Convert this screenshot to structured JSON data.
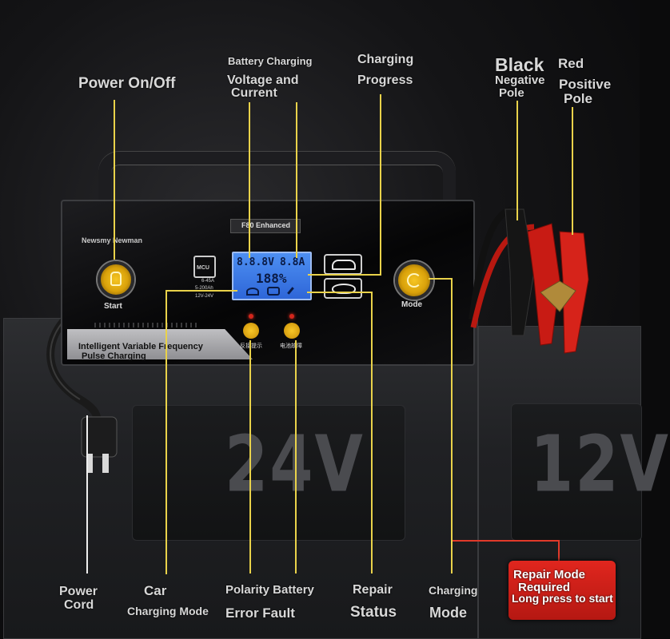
{
  "product": {
    "brand_label": "Newsmy Newman",
    "model_label": "F80 Enhanced",
    "slogan_line1": "Intelligent Variable Frequency",
    "slogan_line2": "Pulse Charging",
    "start_label": "Start",
    "mode_label": "Mode",
    "mcu_label": "MCU",
    "spec_line1": "6-45A",
    "spec_line2": "5-200Ah",
    "spec_line3": "12V-24V",
    "lcd_voltage": "8.8.8V",
    "lcd_current": "8.8A",
    "lcd_progress": "188%",
    "warn_label_1": "反接提示",
    "warn_label_2": "电池故障"
  },
  "batteries": {
    "left_voltage": "24V",
    "right_voltage": "12V"
  },
  "callouts": {
    "power": "Power On/Off",
    "battery_charging": "Battery Charging",
    "voltage_current_1": "Voltage and",
    "voltage_current_2": "Current",
    "progress_1": "Charging",
    "progress_2": "Progress",
    "black_1": "Black",
    "black_2": "Negative",
    "black_3": "Pole",
    "red_1": "Red",
    "red_2": "Positive",
    "red_3": "Pole",
    "power_cord_1": "Power",
    "power_cord_2": "Cord",
    "car_1": "Car",
    "car_2": "Charging Mode",
    "polarity_1": "Polarity Battery",
    "polarity_2": "Error Fault",
    "repair_1": "Repair",
    "repair_2": "Status",
    "charging_mode_1": "Charging",
    "charging_mode_2": "Mode",
    "repair_box_1": "Repair Mode",
    "repair_box_2": "Required",
    "repair_box_3": "Long press to start"
  },
  "colors": {
    "callout_line": "#e9d24a",
    "lcd": "#3a78e6",
    "button_yellow": "#f2c020",
    "clamp_red": "#d81e17",
    "repair_box": "#d2201a"
  }
}
